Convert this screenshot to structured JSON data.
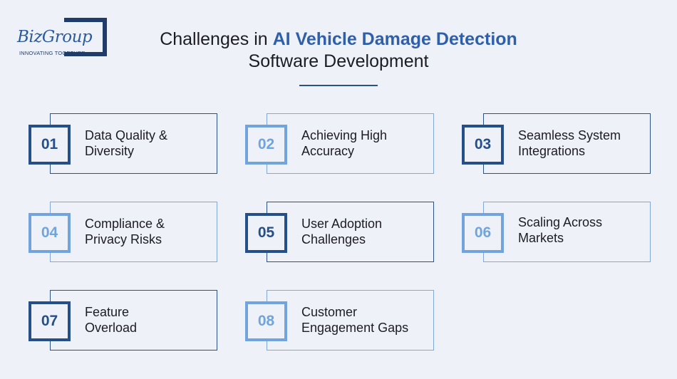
{
  "logo": {
    "name": "BizGroup",
    "tagline": "INNOVATING TOGETHER"
  },
  "title": {
    "prefix": "Challenges in ",
    "highlight": "AI Vehicle Damage Detection",
    "line2": "Software Development"
  },
  "colors": {
    "dark": "#244f88",
    "light": "#71a4dc",
    "highlight": "#2f5fa8"
  },
  "cards": [
    {
      "number": "01",
      "line1": "Data Quality &",
      "line2": "Diversity",
      "style": "dark"
    },
    {
      "number": "02",
      "line1": "Achieving High",
      "line2": "Accuracy",
      "style": "light"
    },
    {
      "number": "03",
      "line1": "Seamless System",
      "line2": "Integrations",
      "style": "dark"
    },
    {
      "number": "04",
      "line1": "Compliance &",
      "line2": "Privacy Risks",
      "style": "light"
    },
    {
      "number": "05",
      "line1": "User Adoption",
      "line2": "Challenges",
      "style": "dark"
    },
    {
      "number": "06",
      "line1": "Scaling Across",
      "line2": "Markets",
      "style": "light"
    },
    {
      "number": "07",
      "line1": "Feature",
      "line2": "Overload",
      "style": "dark"
    },
    {
      "number": "08",
      "line1": "Customer",
      "line2": "Engagement Gaps",
      "style": "light"
    }
  ]
}
